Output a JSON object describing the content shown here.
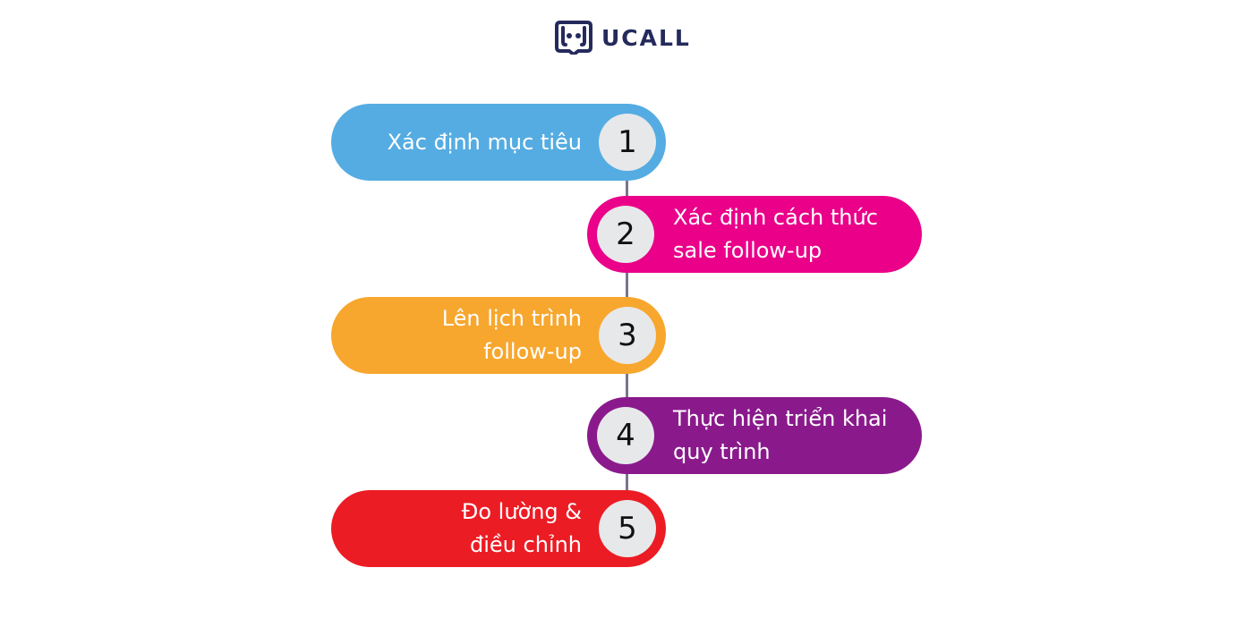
{
  "brand": {
    "name": "UCALL",
    "color": "#252a5c"
  },
  "steps": [
    {
      "number": "1",
      "label": "Xác định mục tiêu",
      "color": "#55ace2",
      "side": "left"
    },
    {
      "number": "2",
      "label": "Xác định cách thức\nsale follow-up",
      "color": "#ea0089",
      "side": "right"
    },
    {
      "number": "3",
      "label": "Lên lịch trình\nfollow-up",
      "color": "#f7a72e",
      "side": "left"
    },
    {
      "number": "4",
      "label": "Thực hiện triển khai\nquy trình",
      "color": "#8a1a8c",
      "side": "right"
    },
    {
      "number": "5",
      "label": "Đo lường &\nđiều chỉnh",
      "color": "#ec1c24",
      "side": "left"
    }
  ],
  "colors": {
    "number_badge": "#e7e8ea",
    "connector": "#7a7590"
  }
}
